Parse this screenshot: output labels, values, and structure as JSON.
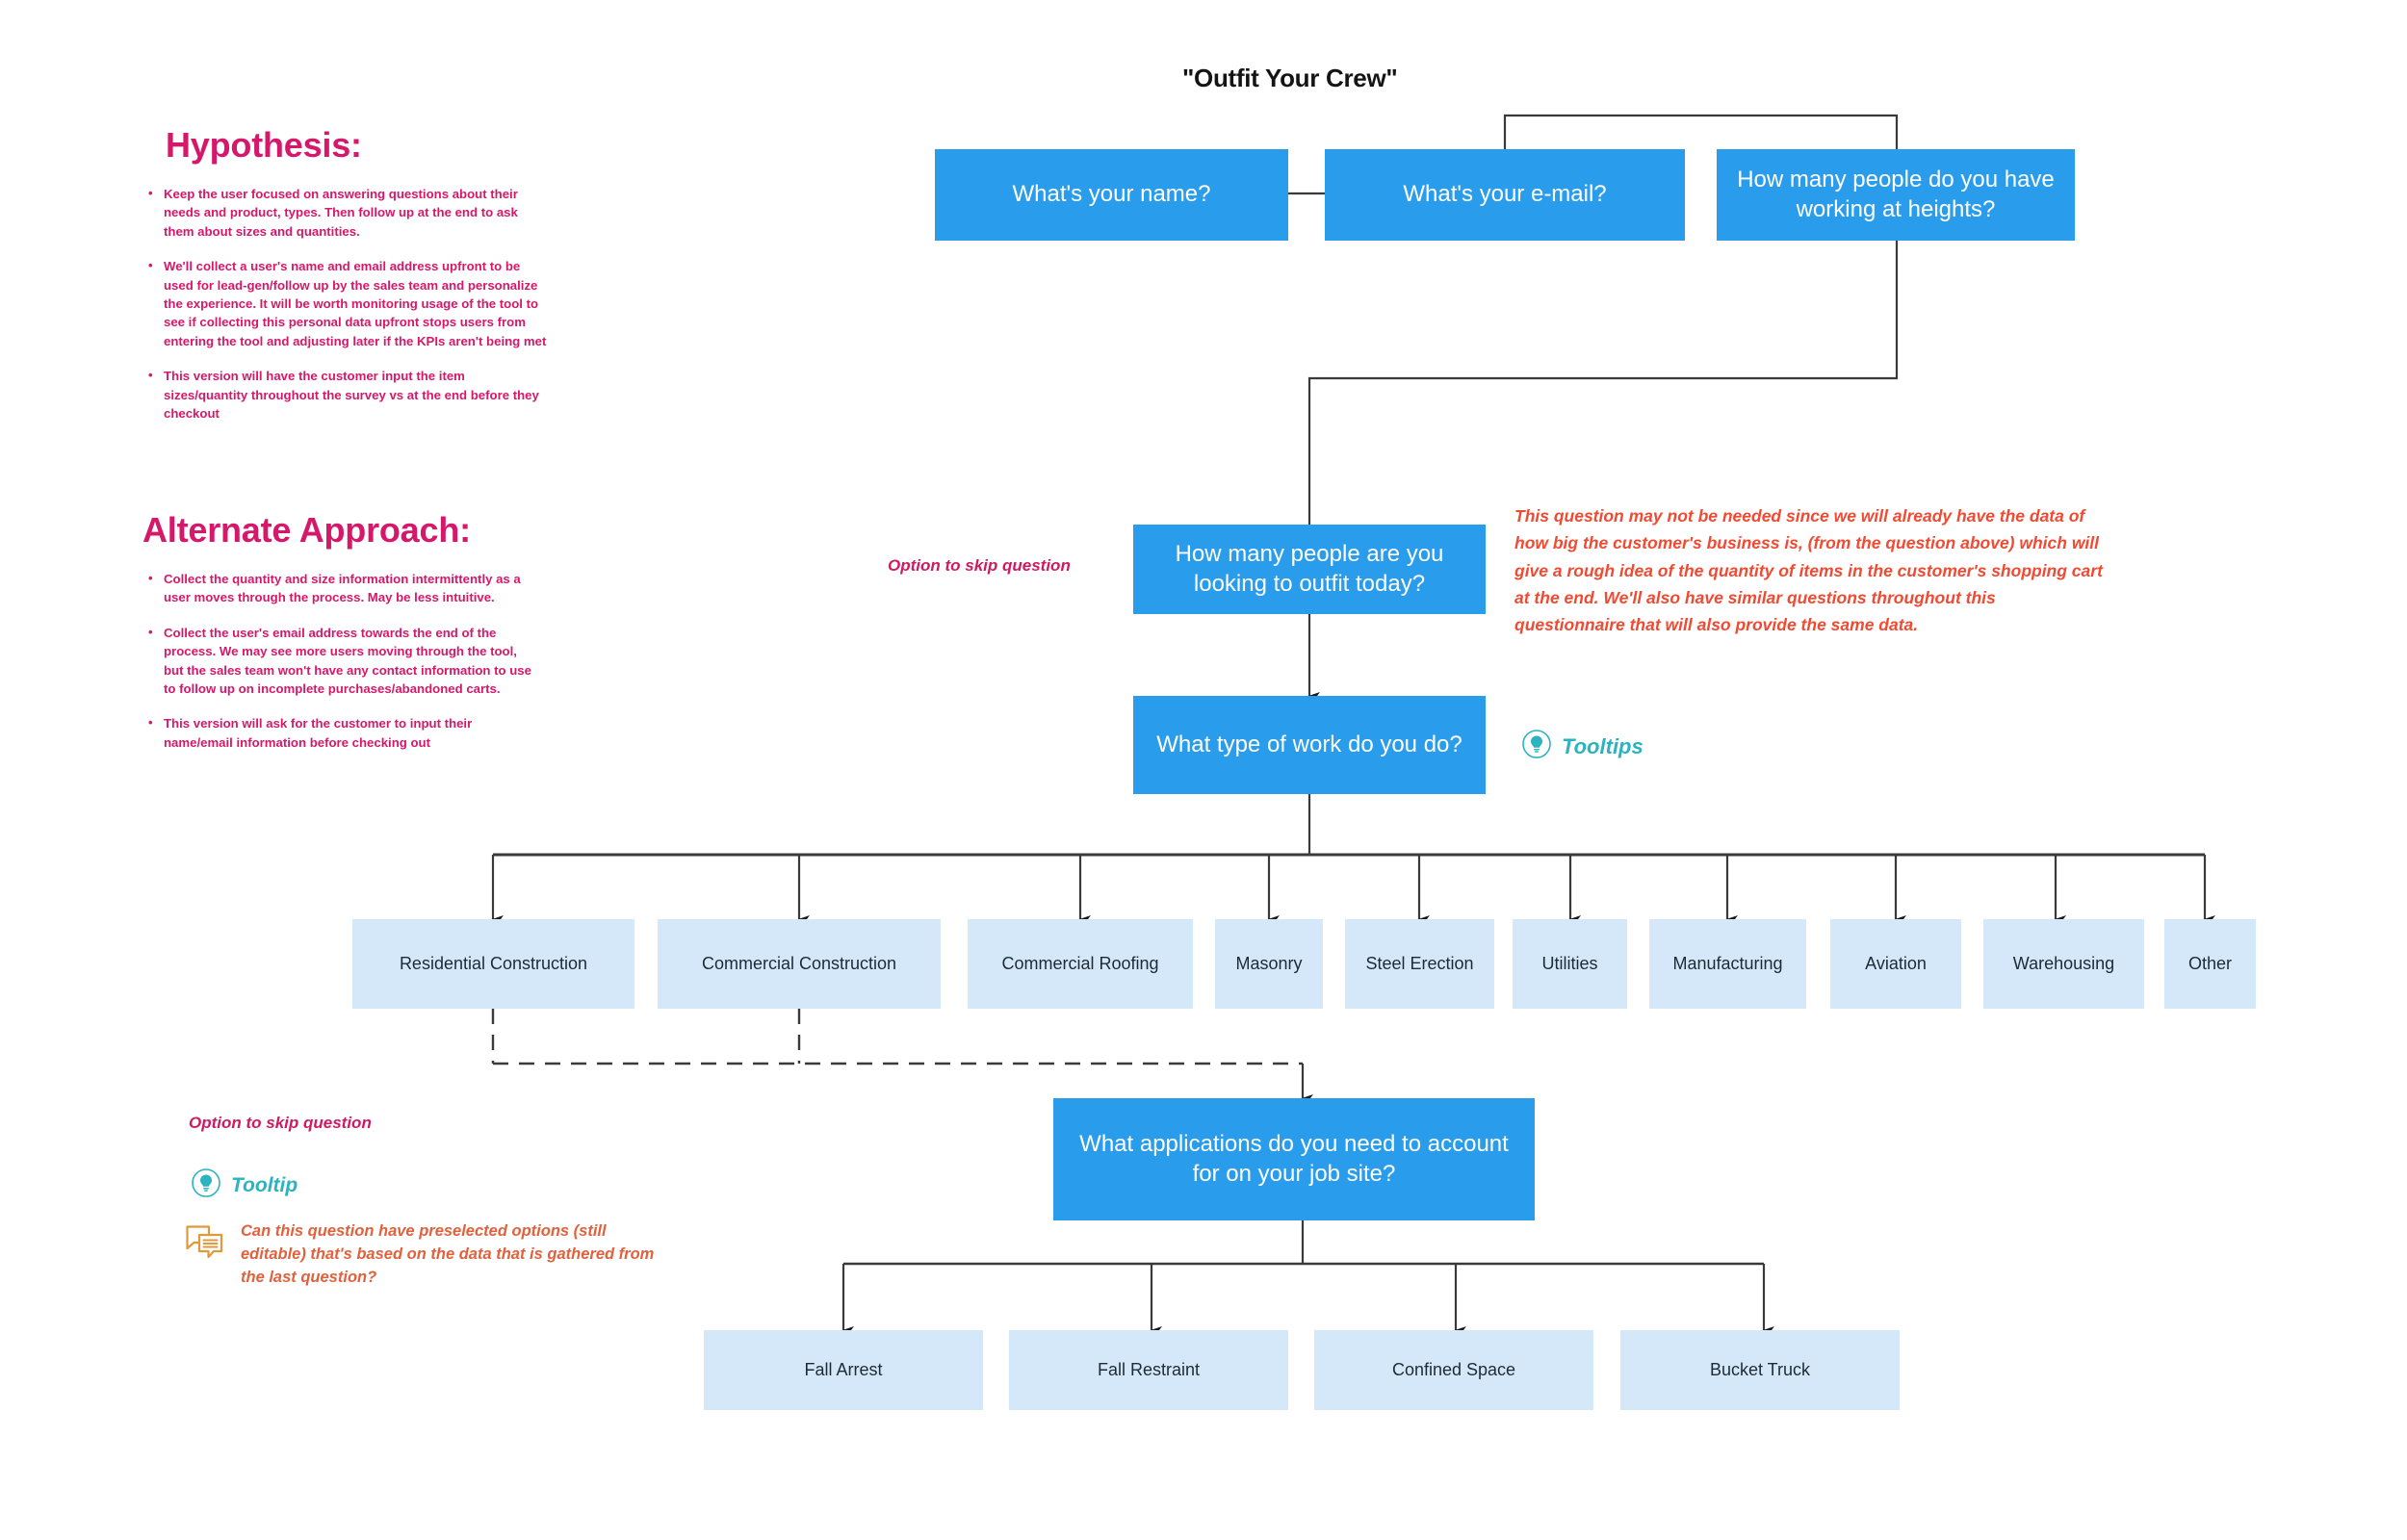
{
  "diagram": {
    "title": "\"Outfit Your Crew\""
  },
  "notes": {
    "hypothesis": {
      "heading": "Hypothesis:",
      "bullets": [
        "Keep the user focused on answering questions about their needs and product, types. Then follow up at the end to ask them about sizes and quantities.",
        "We'll collect a user's name and email address upfront to be used for lead-gen/follow up by the sales team and personalize the experience. It will be worth monitoring usage of the tool to see if collecting this personal data upfront stops users from entering the tool and adjusting later if the KPIs aren't being met",
        "This version will have the customer input the item sizes/quantity throughout the survey vs at the end before they checkout"
      ]
    },
    "alternate": {
      "heading": "Alternate Approach:",
      "bullets": [
        "Collect the quantity and size information intermittently as a user moves through the process. May be less intuitive.",
        "Collect the user's email address towards the end of the process. We may see more users moving through the tool, but the sales team won't have any contact information to use to follow up on incomplete purchases/abandoned carts.",
        "This version will ask for the customer to input their name/email information before checking out"
      ]
    }
  },
  "flow": {
    "name_question": "What's your name?",
    "email_question": "What's your e-mail?",
    "heights_question": "How many people do you have working at heights?",
    "outfit_question": "How many people are you looking to outfit today?",
    "work_type_question": "What type of work do you do?",
    "applications_question": "What applications do you need to account for on your job site?",
    "work_types": [
      "Residential Construction",
      "Commercial Construction",
      "Commercial Roofing",
      "Masonry",
      "Steel Erection",
      "Utilities",
      "Manufacturing",
      "Aviation",
      "Warehousing",
      "Other"
    ],
    "applications": [
      "Fall Arrest",
      "Fall Restraint",
      "Confined Space",
      "Bucket Truck"
    ]
  },
  "annotations": {
    "skip_question_top": "Option to skip question",
    "skip_question_bottom": "Option to skip question",
    "tooltips_label": "Tooltips",
    "tooltip_label": "Tooltip",
    "outfit_note": "This question may not be needed since we will already have the data of how big the customer's business is, (from the question above) which will give a rough idea of the quantity of items in the customer's shopping cart at the end. We'll also have similar questions throughout this questionnaire that will also provide the same data.",
    "preselected_note": "Can this question have preselected options (still editable) that's based on the data that is gathered from the last question?"
  },
  "colors": {
    "primary_box": "#2a9cec",
    "light_box": "#d5e8fa",
    "note_pink": "#d6186a",
    "annotation_red": "#f04a32",
    "annotation_orange": "#e2603c",
    "tooltip_teal": "#2bb3c0",
    "connector": "#3a3a3a"
  }
}
